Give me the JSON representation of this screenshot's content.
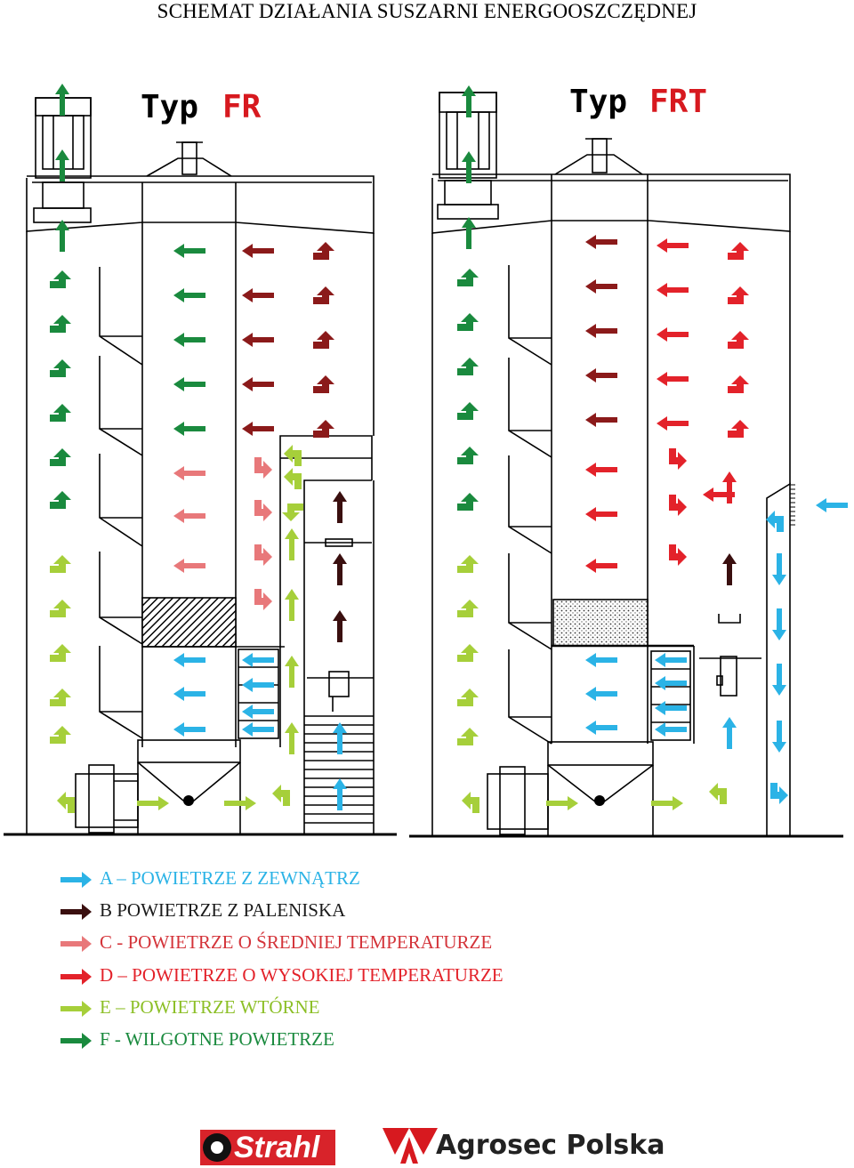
{
  "title": "SCHEMAT DZIAŁANIA SUSZARNI ENERGOOSZCZĘDNEJ",
  "dryers": [
    {
      "type_word": "Typ",
      "type_code": "FR"
    },
    {
      "type_word": "Typ",
      "type_code": "FRT"
    }
  ],
  "legend": [
    {
      "label": "A – POWIETRZE Z ZEWNĄTRZ",
      "color": "#2bb3e6"
    },
    {
      "label": "B POWIETRZE Z PALENISKA",
      "color": "#3a0f0f"
    },
    {
      "label": "C - POWIETRZE O ŚREDNIEJ TEMPERATURZE",
      "color": "#e8787a"
    },
    {
      "label": "D – POWIETRZE O WYSOKIEJ TEMPERATURZE",
      "color": "#e3222a"
    },
    {
      "label": "E – POWIETRZE WTÓRNE",
      "color": "#a6cf3a"
    },
    {
      "label": "F - WILGOTNE POWIETRZE",
      "color": "#1a8a3e"
    }
  ],
  "colors": {
    "outside_air": "#2bb3e6",
    "furnace_air": "#3a0f0f",
    "medium_temp": "#e8787a",
    "high_temp": "#e3222a",
    "secondary_air": "#a6cf3a",
    "humid_air": "#1a8a3e",
    "dark_red": "#8b1a1a",
    "type_code": "#d7191f"
  },
  "logos": {
    "strahl": "Strahl",
    "agrosec": "Agrosec Polska"
  }
}
